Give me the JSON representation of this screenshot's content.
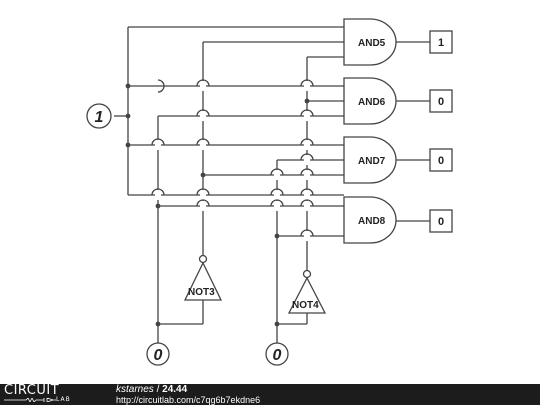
{
  "diagram": {
    "input_main": "1",
    "input_left": "0",
    "input_right": "0",
    "gates": {
      "and5": "AND5",
      "and6": "AND6",
      "and7": "AND7",
      "and8": "AND8",
      "not3": "NOT3",
      "not4": "NOT4"
    },
    "outputs": {
      "out5": "1",
      "out6": "0",
      "out7": "0",
      "out8": "0"
    }
  },
  "footer": {
    "logo_main": "CIRCUIT",
    "logo_sub": "LAB",
    "author": "kstarnes",
    "separator": "/",
    "circuit_number": "24.44",
    "url": "http://circuitlab.com/c7qg6b7ekdne6"
  },
  "colors": {
    "wire": "#444444",
    "footer_bg": "#1c1c1c"
  }
}
